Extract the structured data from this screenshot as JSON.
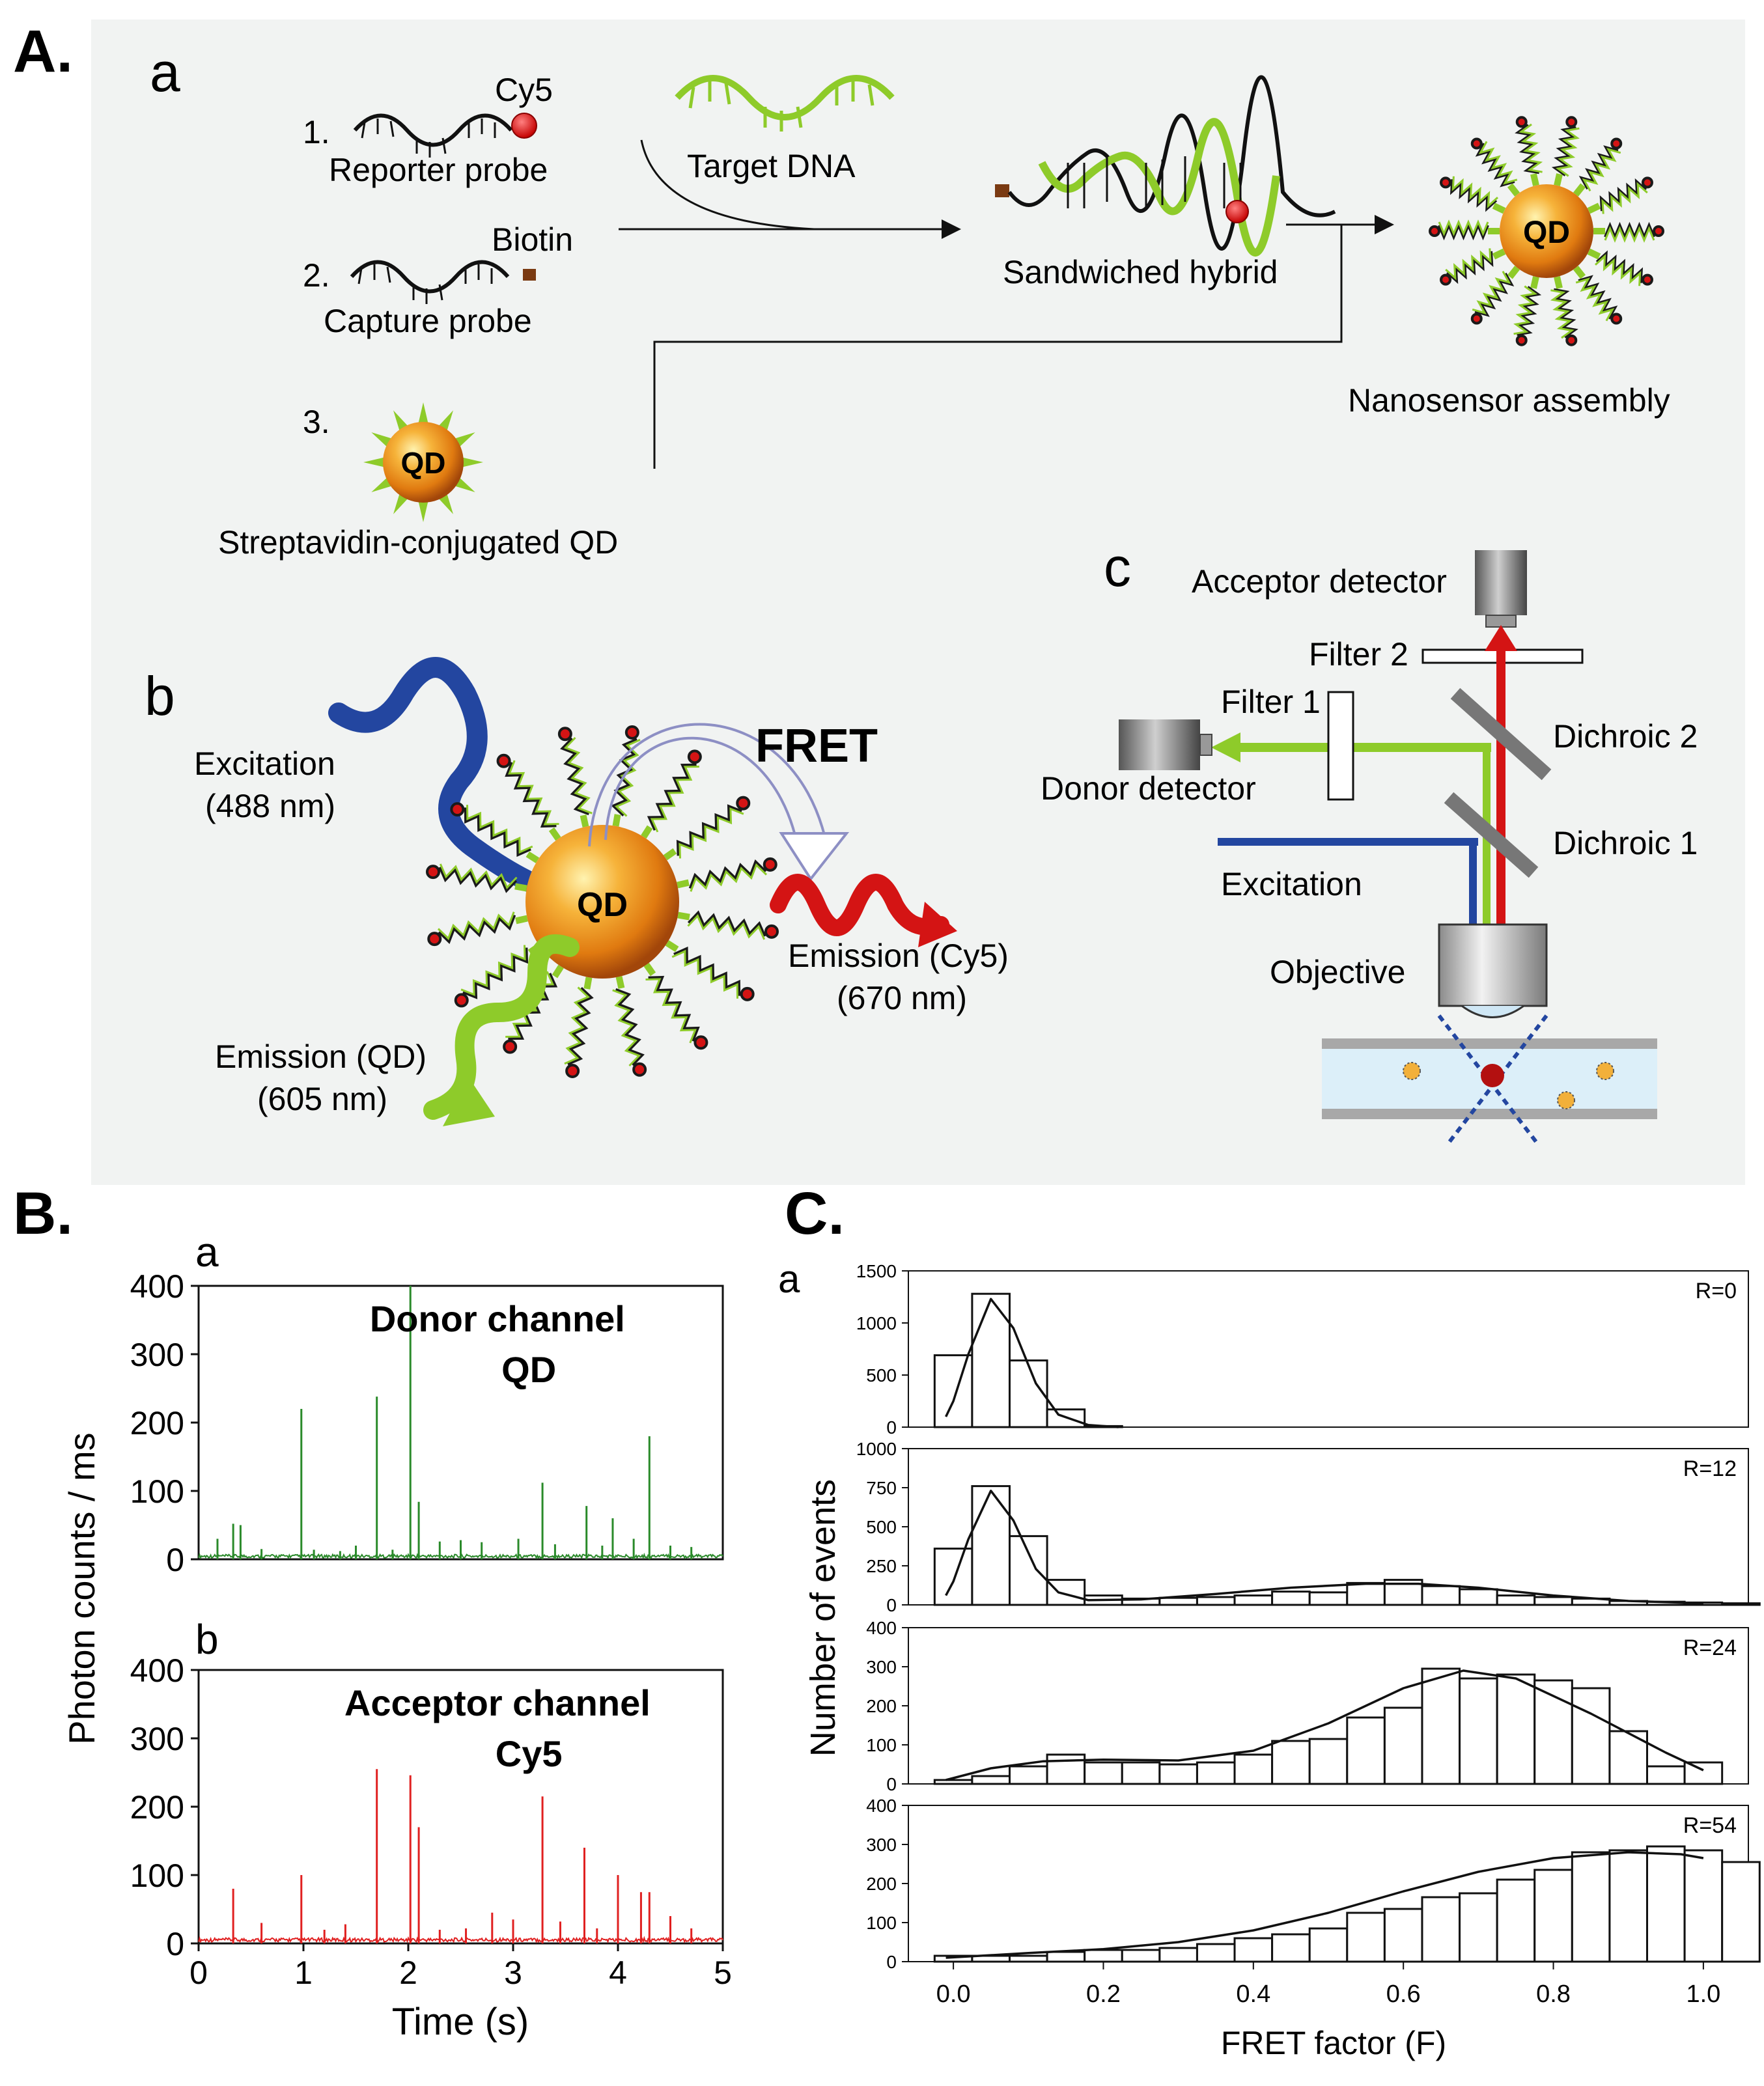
{
  "panel_labels": {
    "A": "A.",
    "B": "B.",
    "C": "C."
  },
  "sub_labels": {
    "Aa": "a",
    "Ab": "b",
    "Ac": "c",
    "Ba": "a",
    "Bb": "b",
    "Ca": "a"
  },
  "colors": {
    "dna_green": "#8ecb2a",
    "excitation_blue": "#2346a0",
    "emission_red": "#d41414",
    "qd_orange": "#e07a10",
    "donor_trace": "#2a8a2a",
    "acceptor_trace": "#e02020",
    "panelA_bg": "#f1f3f2"
  },
  "icons": [
    "quantum-dot-icon",
    "dna-strand-icon",
    "detector-icon",
    "dye-dot-icon"
  ],
  "panel_a": {
    "probe1_num": "1.",
    "probe1_label": "Reporter probe",
    "cy5_label": "Cy5",
    "probe2_num": "2.",
    "probe2_label": "Capture probe",
    "biotin_label": "Biotin",
    "item3_num": "3.",
    "qd_label": "QD",
    "streptavidin_label": "Streptavidin-conjugated QD",
    "target_label": "Target DNA",
    "hybrid_label": "Sandwiched hybrid",
    "nanosensor_label": "Nanosensor assembly"
  },
  "panel_b": {
    "fret_label": "FRET",
    "excitation_label": "Excitation",
    "excitation_nm": "(488 nm)",
    "emission_qd_label": "Emission (QD)",
    "emission_qd_nm": "(605 nm)",
    "emission_cy5_label": "Emission (Cy5)",
    "emission_cy5_nm": "(670 nm)",
    "qd_label": "QD"
  },
  "panel_c": {
    "acceptor_detector": "Acceptor detector",
    "filter2": "Filter 2",
    "filter1": "Filter 1",
    "donor_detector": "Donor detector",
    "dichroic2": "Dichroic 2",
    "dichroic1": "Dichroic 1",
    "excitation": "Excitation",
    "objective": "Objective"
  },
  "chart_data": [
    {
      "id": "B-a",
      "type": "line",
      "title": "Donor channel QD",
      "title_lines": [
        "Donor channel",
        "QD"
      ],
      "xlabel": "",
      "ylabel": "Photon counts / ms",
      "xlim": [
        0,
        5
      ],
      "ylim": [
        0,
        400
      ],
      "yticks": [
        "0",
        "100",
        "200",
        "300",
        "400"
      ],
      "spikes": [
        [
          0.18,
          30
        ],
        [
          0.33,
          52
        ],
        [
          0.4,
          50
        ],
        [
          0.6,
          15
        ],
        [
          0.98,
          220
        ],
        [
          1.1,
          14
        ],
        [
          1.35,
          12
        ],
        [
          1.5,
          20
        ],
        [
          1.7,
          238
        ],
        [
          1.85,
          14
        ],
        [
          2.02,
          400
        ],
        [
          2.1,
          84
        ],
        [
          2.3,
          26
        ],
        [
          2.5,
          28
        ],
        [
          2.7,
          25
        ],
        [
          3.05,
          30
        ],
        [
          3.28,
          112
        ],
        [
          3.4,
          22
        ],
        [
          3.7,
          78
        ],
        [
          3.85,
          20
        ],
        [
          3.95,
          60
        ],
        [
          4.15,
          30
        ],
        [
          4.3,
          180
        ],
        [
          4.5,
          20
        ],
        [
          4.7,
          18
        ]
      ],
      "baseline": 7
    },
    {
      "id": "B-b",
      "type": "line",
      "title": "Acceptor channel Cy5",
      "title_lines": [
        "Acceptor channel",
        "Cy5"
      ],
      "xlabel": "Time (s)",
      "ylabel": "Photon counts / ms",
      "xlim": [
        0,
        5
      ],
      "ylim": [
        0,
        400
      ],
      "xticks": [
        "0",
        "1",
        "2",
        "3",
        "4",
        "5"
      ],
      "yticks": [
        "0",
        "100",
        "200",
        "300",
        "400"
      ],
      "spikes": [
        [
          0.33,
          80
        ],
        [
          0.6,
          30
        ],
        [
          0.98,
          100
        ],
        [
          1.2,
          20
        ],
        [
          1.4,
          28
        ],
        [
          1.7,
          255
        ],
        [
          2.02,
          246
        ],
        [
          2.1,
          170
        ],
        [
          2.3,
          20
        ],
        [
          2.55,
          22
        ],
        [
          2.8,
          45
        ],
        [
          3.0,
          35
        ],
        [
          3.28,
          215
        ],
        [
          3.45,
          32
        ],
        [
          3.68,
          140
        ],
        [
          3.8,
          22
        ],
        [
          4.0,
          100
        ],
        [
          4.22,
          75
        ],
        [
          4.3,
          75
        ],
        [
          4.5,
          40
        ],
        [
          4.7,
          22
        ]
      ],
      "baseline": 8
    },
    {
      "id": "C-R0",
      "type": "bar",
      "label": "R=0",
      "xlabel": "",
      "ylabel": "Number of events",
      "ylim": [
        0,
        1500
      ],
      "yticks": [
        "0",
        "500",
        "1000",
        "1500"
      ],
      "bins_start": -0.025,
      "bin_width": 0.05,
      "values": [
        690,
        1280,
        640,
        170,
        10
      ],
      "fit": [
        [
          -0.01,
          100
        ],
        [
          0.0,
          250
        ],
        [
          0.02,
          700
        ],
        [
          0.05,
          1230
        ],
        [
          0.08,
          950
        ],
        [
          0.11,
          420
        ],
        [
          0.14,
          120
        ],
        [
          0.18,
          20
        ],
        [
          0.22,
          0
        ]
      ]
    },
    {
      "id": "C-R12",
      "type": "bar",
      "label": "R=12",
      "xlabel": "",
      "ylabel": "Number of events",
      "ylim": [
        0,
        1000
      ],
      "yticks": [
        "0",
        "250",
        "500",
        "750",
        "1000"
      ],
      "bins_start": -0.025,
      "bin_width": 0.05,
      "values": [
        360,
        760,
        440,
        160,
        60,
        40,
        45,
        50,
        60,
        85,
        80,
        140,
        160,
        120,
        100,
        60,
        50,
        40,
        25,
        20,
        15,
        10
      ],
      "fit": [
        [
          -0.01,
          60
        ],
        [
          0.0,
          150
        ],
        [
          0.02,
          420
        ],
        [
          0.05,
          730
        ],
        [
          0.08,
          540
        ],
        [
          0.11,
          230
        ],
        [
          0.14,
          80
        ],
        [
          0.18,
          30
        ],
        [
          0.25,
          35
        ],
        [
          0.35,
          70
        ],
        [
          0.45,
          110
        ],
        [
          0.55,
          135
        ],
        [
          0.62,
          135
        ],
        [
          0.7,
          110
        ],
        [
          0.8,
          60
        ],
        [
          0.9,
          25
        ],
        [
          1.0,
          10
        ]
      ]
    },
    {
      "id": "C-R24",
      "type": "bar",
      "label": "R=24",
      "xlabel": "",
      "ylabel": "Number of events",
      "ylim": [
        0,
        400
      ],
      "yticks": [
        "0",
        "100",
        "200",
        "300",
        "400"
      ],
      "bins_start": -0.025,
      "bin_width": 0.05,
      "values": [
        10,
        20,
        45,
        75,
        55,
        55,
        50,
        55,
        75,
        110,
        115,
        170,
        195,
        295,
        270,
        280,
        265,
        245,
        135,
        45,
        55
      ],
      "fit": [
        [
          -0.01,
          10
        ],
        [
          0.05,
          40
        ],
        [
          0.12,
          58
        ],
        [
          0.2,
          62
        ],
        [
          0.3,
          60
        ],
        [
          0.4,
          85
        ],
        [
          0.5,
          155
        ],
        [
          0.6,
          245
        ],
        [
          0.68,
          290
        ],
        [
          0.75,
          270
        ],
        [
          0.85,
          180
        ],
        [
          0.95,
          80
        ],
        [
          1.0,
          35
        ]
      ]
    },
    {
      "id": "C-R54",
      "type": "bar",
      "label": "R=54",
      "xlabel": "FRET factor (F)",
      "ylabel": "Number of events",
      "ylim": [
        0,
        400
      ],
      "xticks": [
        "0.0",
        "0.2",
        "0.4",
        "0.6",
        "0.8",
        "1.0"
      ],
      "yticks": [
        "0",
        "100",
        "200",
        "300",
        "400"
      ],
      "bins_start": -0.025,
      "bin_width": 0.05,
      "values": [
        15,
        15,
        15,
        25,
        30,
        30,
        35,
        45,
        60,
        70,
        85,
        125,
        135,
        165,
        175,
        210,
        235,
        280,
        285,
        295,
        285,
        255
      ],
      "fit": [
        [
          -0.01,
          10
        ],
        [
          0.1,
          22
        ],
        [
          0.2,
          32
        ],
        [
          0.3,
          50
        ],
        [
          0.4,
          80
        ],
        [
          0.5,
          125
        ],
        [
          0.6,
          180
        ],
        [
          0.7,
          230
        ],
        [
          0.8,
          265
        ],
        [
          0.9,
          280
        ],
        [
          0.97,
          275
        ],
        [
          1.0,
          265
        ]
      ]
    }
  ]
}
